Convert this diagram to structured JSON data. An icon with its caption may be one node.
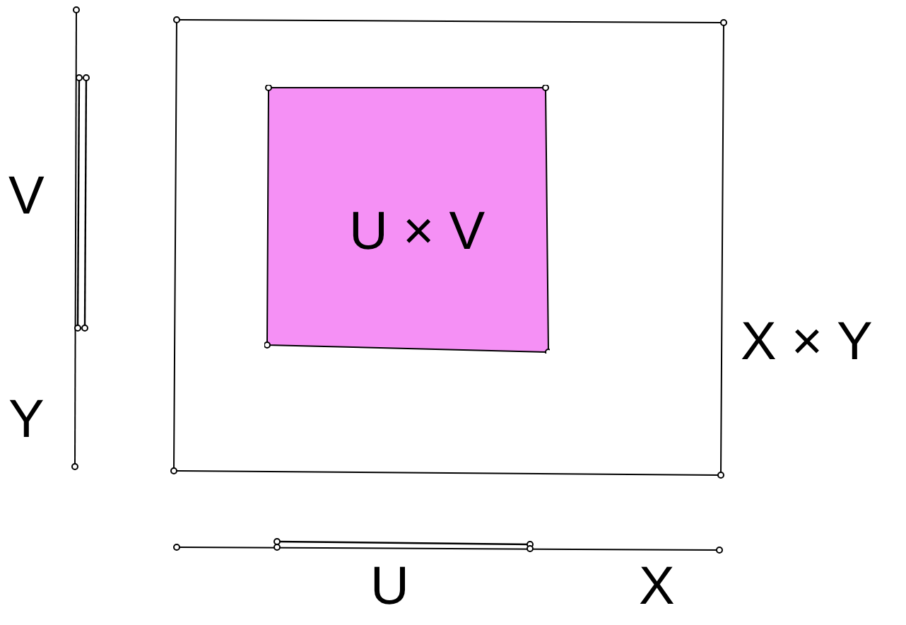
{
  "diagram": {
    "nodes": [
      {
        "text": [
          "X × Y"
        ]
      },
      {
        "text": [
          "U × V"
        ],
        "in": 0
      }
    ],
    "labels": [
      "V",
      "Y",
      "U",
      "X"
    ]
  }
}
